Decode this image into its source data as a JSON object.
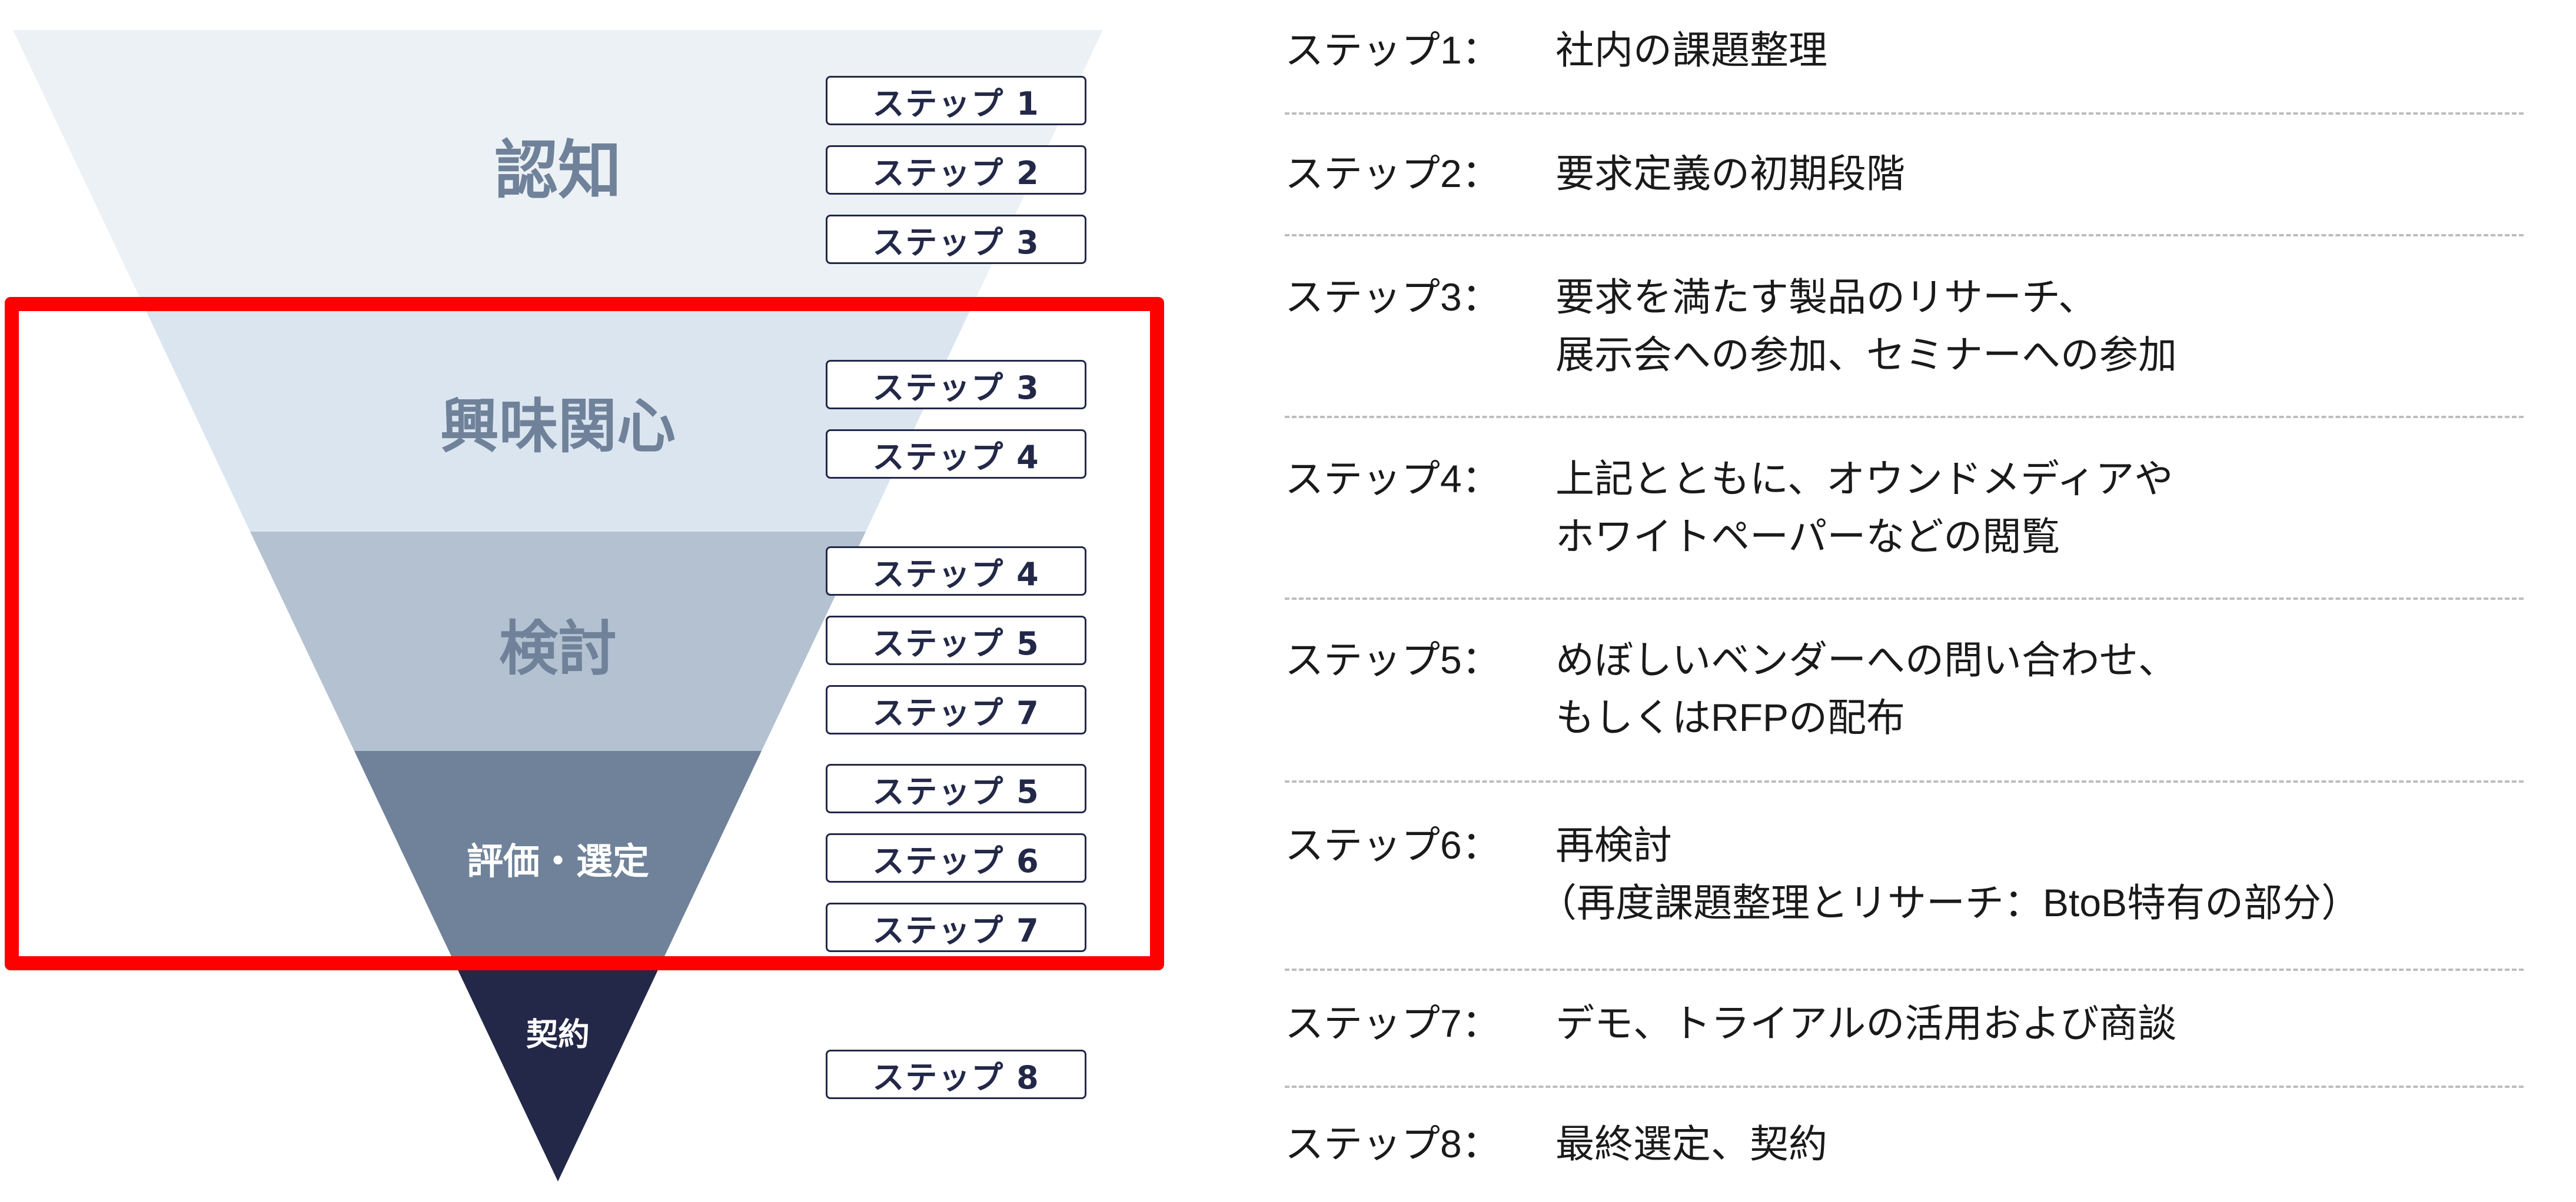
{
  "colors": {
    "band1": "#ECF1F6",
    "band2": "#DBE5F0",
    "band3": "#B3C1D1",
    "band4": "#6F8299",
    "band5": "#232848",
    "highlight": "#FF0000",
    "step_border": "#232848"
  },
  "funnel": {
    "stages": [
      {
        "label": "認知",
        "steps": [
          "ステップ 1",
          "ステップ 2",
          "ステップ 3"
        ]
      },
      {
        "label": "興味関心",
        "steps": [
          "ステップ 3",
          "ステップ 4"
        ]
      },
      {
        "label": "検討",
        "steps": [
          "ステップ 4",
          "ステップ 5",
          "ステップ 7"
        ]
      },
      {
        "label": "評価・選定",
        "steps": [
          "ステップ 5",
          "ステップ 6",
          "ステップ 7"
        ]
      },
      {
        "label": "契約",
        "steps": [
          "ステップ 8"
        ]
      }
    ]
  },
  "descriptions": [
    {
      "step": "ステップ1：",
      "lines": [
        "社内の課題整理"
      ]
    },
    {
      "step": "ステップ2：",
      "lines": [
        "要求定義の初期段階"
      ]
    },
    {
      "step": "ステップ3：",
      "lines": [
        "要求を満たす製品のリサーチ、",
        "展示会への参加、セミナーへの参加"
      ]
    },
    {
      "step": "ステップ4：",
      "lines": [
        "上記とともに、オウンドメディアや",
        "ホワイトペーパーなどの閲覧"
      ]
    },
    {
      "step": "ステップ5：",
      "lines": [
        "めぼしいベンダーへの問い合わせ、",
        "もしくはRFPの配布"
      ]
    },
    {
      "step": "ステップ6：",
      "lines": [
        "再検討",
        "（再度課題整理とリサーチ：BtoB特有の部分）"
      ]
    },
    {
      "step": "ステップ7：",
      "lines": [
        "デモ、トライアルの活用および商談"
      ]
    },
    {
      "step": "ステップ8：",
      "lines": [
        "最終選定、契約"
      ]
    }
  ]
}
